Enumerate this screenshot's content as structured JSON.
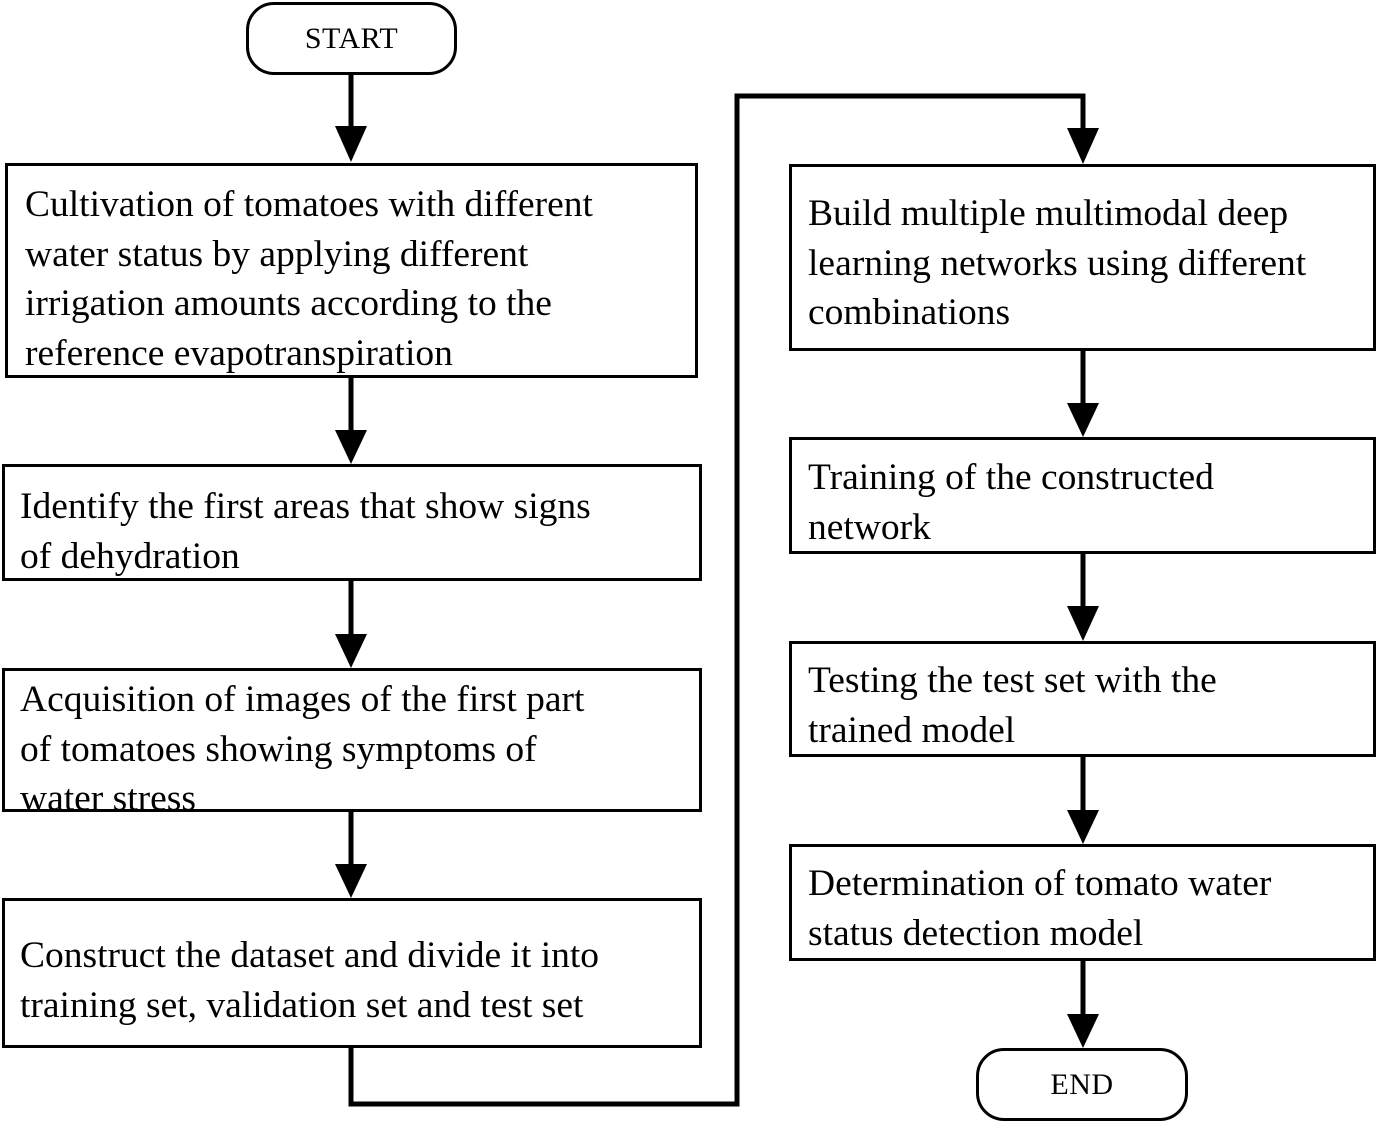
{
  "flowchart": {
    "start": "START",
    "end": "END",
    "steps": [
      "Cultivation of tomatoes with different\nwater status by applying different\nirrigation amounts according to the\nreference evapotranspiration",
      "Identify the first areas that show signs\nof dehydration",
      "Acquisition of images of the first part\nof tomatoes showing symptoms of\nwater stress",
      "Construct the dataset and divide it into\ntraining set, validation set and test set",
      "Build multiple multimodal deep\nlearning networks using different\ncombinations",
      "Training of the constructed\nnetwork",
      "Testing the test set with the\ntrained model",
      "Determination of tomato water\nstatus detection model"
    ]
  }
}
